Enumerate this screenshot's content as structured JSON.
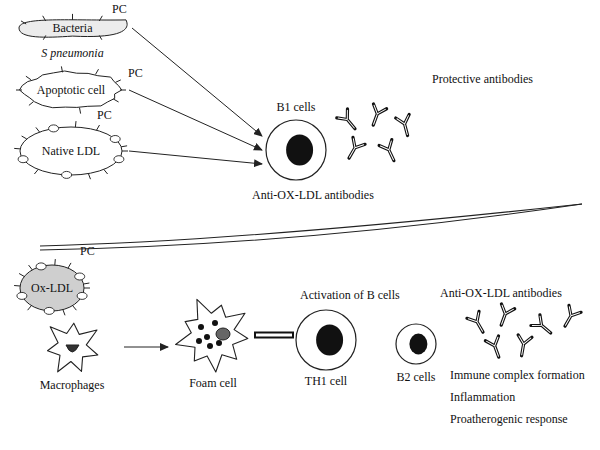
{
  "diagram": {
    "nodes": [
      {
        "text": [
          "Bacteria",
          "S pneumonia"
        ]
      },
      {
        "text": [
          "Apoptotic cell"
        ]
      },
      {
        "text": [
          "Native LDL"
        ]
      },
      {
        "text": [
          "B1 cells"
        ]
      },
      {
        "text": [
          "Ox-LDL"
        ]
      },
      {
        "text": [
          "Macrophages"
        ]
      },
      {
        "text": [
          "Foam cell"
        ]
      },
      {
        "text": [
          "TH1 cell"
        ]
      },
      {
        "text": [
          "B2 cells"
        ]
      }
    ],
    "edges": [
      {
        "from": 0,
        "to": 3,
        "arrow": "to"
      },
      {
        "from": 1,
        "to": 3,
        "arrow": "to"
      },
      {
        "from": 2,
        "to": 3,
        "arrow": "to"
      },
      {
        "from": 5,
        "to": 6,
        "arrow": "to"
      },
      {
        "from": 6,
        "to": 7,
        "arrow": "none"
      }
    ],
    "labels": [
      "PC",
      "Protective antibodies",
      "PC",
      "PC",
      "Anti-OX-LDL antibodies",
      "PC",
      "Activation of B cells",
      "Anti-OX-LDL antibodies",
      "Immune complex formation",
      "Inflammation",
      "Proatherogenic response"
    ]
  }
}
